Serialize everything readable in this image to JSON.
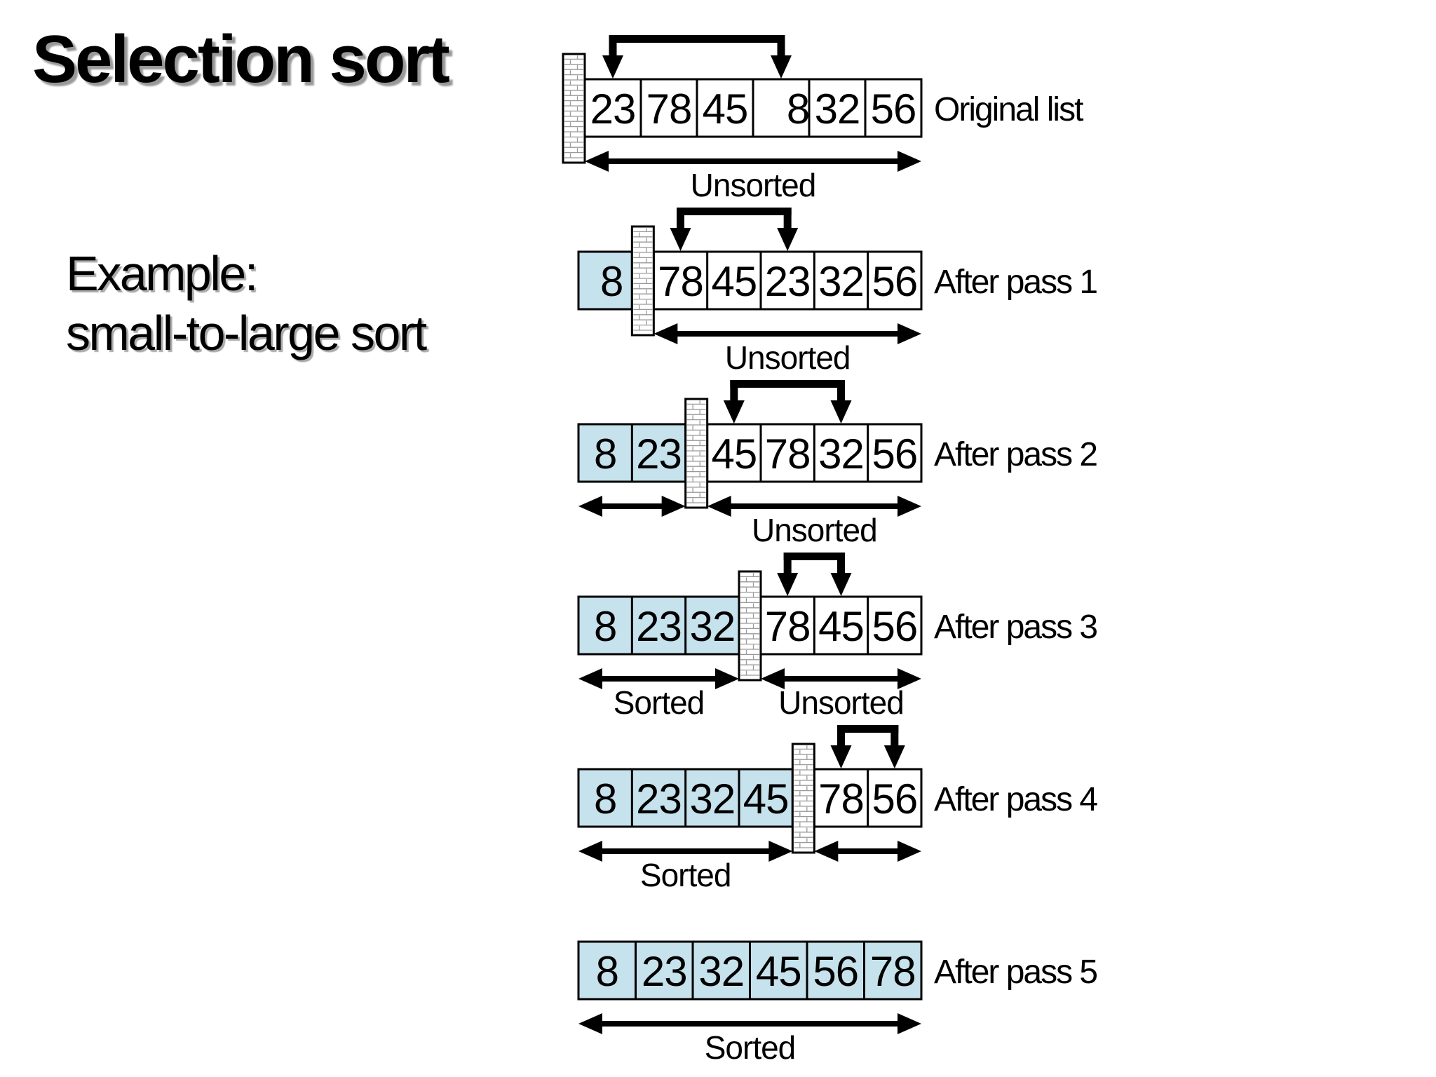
{
  "slide": {
    "title": "Selection sort",
    "example": {
      "line1": "Example:",
      "line2": "small-to-large sort"
    }
  },
  "colors": {
    "background": "#ffffff",
    "sorted_cell_fill": "#c6e2ec",
    "unsorted_cell_fill": "#ffffff",
    "stroke": "#000000",
    "brick_mortar": "#9a9a9a",
    "text_shadow": "#999999"
  },
  "labels": {
    "sorted": "Sorted",
    "unsorted": "Unsorted"
  },
  "diagram": {
    "rows": [
      {
        "id": "original-list",
        "side_label": "Original list",
        "values": [
          23,
          78,
          45,
          8,
          32,
          56
        ],
        "sorted_count": 0,
        "wall_after_index": 0,
        "compare": {
          "from": 0,
          "to": 3
        },
        "spans": [
          {
            "from": 0,
            "to": 5,
            "label": "Unsorted"
          }
        ]
      },
      {
        "id": "after-pass-1",
        "side_label": "After pass 1",
        "values": [
          8,
          78,
          45,
          23,
          32,
          56
        ],
        "sorted_count": 1,
        "wall_after_index": 1,
        "compare": {
          "from": 1,
          "to": 3
        },
        "spans": [
          {
            "from": 1,
            "to": 5,
            "label": "Unsorted"
          }
        ]
      },
      {
        "id": "after-pass-2",
        "side_label": "After pass 2",
        "values": [
          8,
          23,
          45,
          78,
          32,
          56
        ],
        "sorted_count": 2,
        "wall_after_index": 2,
        "compare": {
          "from": 2,
          "to": 4
        },
        "spans": [
          {
            "from": 0,
            "to": 1,
            "label": null
          },
          {
            "from": 2,
            "to": 5,
            "label": "Unsorted"
          }
        ]
      },
      {
        "id": "after-pass-3",
        "side_label": "After pass 3",
        "values": [
          8,
          23,
          32,
          78,
          45,
          56
        ],
        "sorted_count": 3,
        "wall_after_index": 3,
        "compare": {
          "from": 3,
          "to": 4
        },
        "spans": [
          {
            "from": 0,
            "to": 2,
            "label": "Sorted"
          },
          {
            "from": 3,
            "to": 5,
            "label": "Unsorted"
          }
        ]
      },
      {
        "id": "after-pass-4",
        "side_label": "After pass 4",
        "values": [
          8,
          23,
          32,
          45,
          78,
          56
        ],
        "sorted_count": 4,
        "wall_after_index": 4,
        "compare": {
          "from": 4,
          "to": 5
        },
        "spans": [
          {
            "from": 0,
            "to": 3,
            "label": "Sorted"
          },
          {
            "from": 4,
            "to": 5,
            "label": null
          }
        ]
      },
      {
        "id": "after-pass-5",
        "side_label": "After pass 5",
        "values": [
          8,
          23,
          32,
          45,
          56,
          78
        ],
        "sorted_count": 6,
        "wall_after_index": null,
        "compare": null,
        "spans": [
          {
            "from": 0,
            "to": 5,
            "label": "Sorted"
          }
        ]
      }
    ]
  }
}
